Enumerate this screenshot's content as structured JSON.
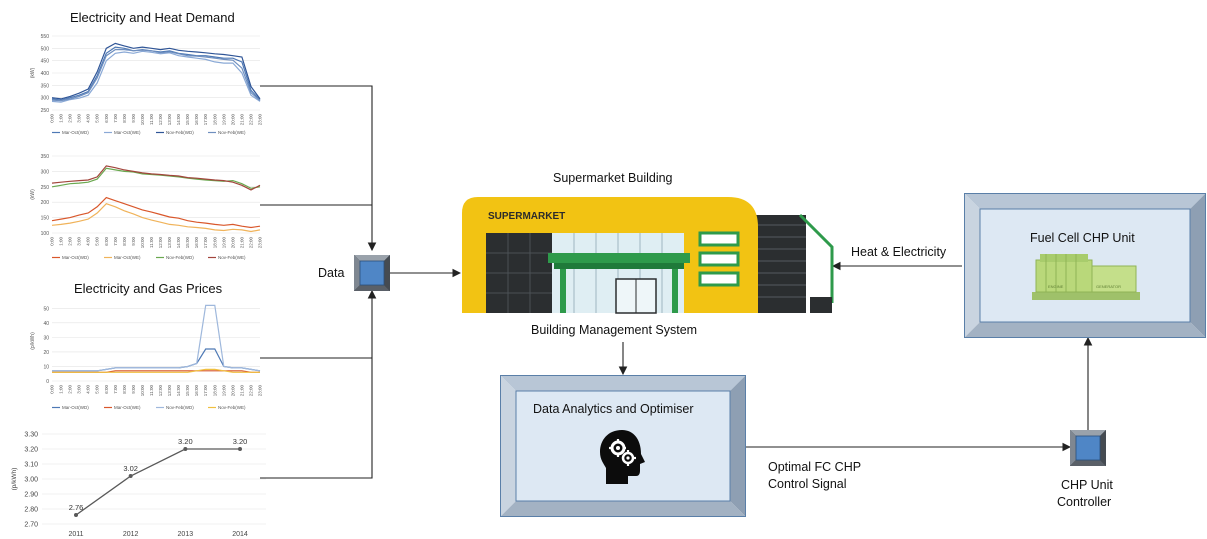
{
  "titles": {
    "demand": "Electricity and Heat Demand",
    "prices": "Electricity and Gas Prices"
  },
  "nodes": {
    "data": "Data",
    "supermarket": "Supermarket Building",
    "supermarket_sign": "SUPERMARKET",
    "bms": "Building Management System",
    "analytics": "Data Analytics and Optimiser",
    "fuel_cell": "Fuel Cell CHP Unit",
    "fuel_cell_engine": "ENGINE",
    "fuel_cell_generator": "GENERATOR",
    "heat_elec": "Heat & Electricity",
    "signal_line1": "Optimal FC CHP",
    "signal_line2": "Control Signal",
    "controller_line1": "CHP Unit",
    "controller_line2": "Controller"
  },
  "colors": {
    "box_fill": "#dde8f3",
    "box_border": "#5a7fa8",
    "data_square": "#4f86c6",
    "building_yellow": "#f2c313",
    "building_green": "#2e9a4b",
    "engine_green": "#b9d87a"
  },
  "chart_data": [
    {
      "type": "line",
      "title": "Electricity and Heat Demand",
      "ylabel": "(kW)",
      "ylim": [
        250,
        550
      ],
      "yticks": [
        "550",
        "500",
        "450",
        "400",
        "350",
        "300",
        "250"
      ],
      "xticks": [
        "0:00",
        "1:00",
        "2:00",
        "3:00",
        "4:00",
        "5:00",
        "6:00",
        "7:00",
        "8:00",
        "9:00",
        "10:00",
        "11:00",
        "12:00",
        "13:00",
        "14:00",
        "15:00",
        "16:00",
        "17:00",
        "18:00",
        "19:00",
        "20:00",
        "21:00",
        "22:00",
        "23:00"
      ],
      "series": [
        {
          "name": "Mar-Oct(WD)",
          "color": "#4e79b5",
          "values": [
            295,
            290,
            300,
            310,
            325,
            390,
            480,
            505,
            500,
            490,
            495,
            490,
            485,
            490,
            480,
            475,
            470,
            470,
            465,
            460,
            460,
            445,
            330,
            290
          ]
        },
        {
          "name": "Mar-Oct(WE)",
          "color": "#8aa9d6",
          "values": [
            285,
            282,
            292,
            298,
            310,
            360,
            450,
            480,
            485,
            480,
            488,
            484,
            478,
            482,
            470,
            465,
            460,
            455,
            445,
            440,
            440,
            400,
            310,
            285
          ]
        },
        {
          "name": "Nov-Feb(WD)",
          "color": "#2f5597",
          "values": [
            300,
            295,
            305,
            318,
            335,
            405,
            500,
            520,
            510,
            500,
            505,
            500,
            495,
            500,
            492,
            488,
            485,
            482,
            478,
            475,
            470,
            465,
            345,
            295
          ]
        },
        {
          "name": "Nov-Feb(WE)",
          "color": "#6f8fbf",
          "values": [
            290,
            288,
            295,
            305,
            320,
            380,
            470,
            495,
            495,
            490,
            493,
            490,
            482,
            486,
            478,
            470,
            468,
            465,
            460,
            455,
            452,
            420,
            320,
            288
          ]
        }
      ]
    },
    {
      "type": "line",
      "ylabel": "(kW)",
      "ylim": [
        100,
        350
      ],
      "yticks": [
        "350",
        "300",
        "250",
        "200",
        "150",
        "100"
      ],
      "xticks": [
        "0:00",
        "1:00",
        "2:00",
        "3:00",
        "4:00",
        "5:00",
        "6:00",
        "7:00",
        "8:00",
        "9:00",
        "10:00",
        "11:00",
        "12:00",
        "13:00",
        "14:00",
        "15:00",
        "16:00",
        "17:00",
        "18:00",
        "19:00",
        "20:00",
        "21:00",
        "22:00",
        "23:00"
      ],
      "series": [
        {
          "name": "Mar-Oct(WD)",
          "color": "#d9572b",
          "values": [
            140,
            145,
            150,
            158,
            165,
            185,
            215,
            205,
            195,
            185,
            175,
            168,
            160,
            152,
            148,
            140,
            135,
            132,
            128,
            125,
            128,
            122,
            118,
            122
          ]
        },
        {
          "name": "Mar-Oct(WE)",
          "color": "#f0b35a",
          "values": [
            125,
            128,
            132,
            138,
            145,
            165,
            195,
            185,
            172,
            162,
            150,
            142,
            135,
            128,
            125,
            120,
            118,
            115,
            110,
            108,
            112,
            110,
            105,
            110
          ]
        },
        {
          "name": "Nov-Feb(WD)",
          "color": "#6aa84f",
          "values": [
            250,
            255,
            260,
            262,
            265,
            275,
            310,
            305,
            300,
            298,
            292,
            290,
            288,
            285,
            282,
            278,
            275,
            272,
            270,
            268,
            270,
            260,
            245,
            250
          ]
        },
        {
          "name": "Nov-Feb(WE)",
          "color": "#a2453c",
          "values": [
            262,
            265,
            268,
            270,
            272,
            282,
            318,
            312,
            305,
            300,
            295,
            292,
            290,
            287,
            285,
            280,
            278,
            275,
            272,
            270,
            265,
            255,
            240,
            255
          ]
        }
      ]
    },
    {
      "type": "line",
      "title": "Electricity and Gas Prices",
      "ylabel": "(p/kWh)",
      "ylim": [
        0,
        55
      ],
      "yticks": [
        "50",
        "40",
        "30",
        "20",
        "10",
        "0"
      ],
      "xticks": [
        "0:00",
        "1:00",
        "2:00",
        "3:00",
        "4:00",
        "5:00",
        "6:00",
        "7:00",
        "8:00",
        "9:00",
        "10:00",
        "11:00",
        "12:00",
        "13:00",
        "14:00",
        "15:00",
        "16:00",
        "17:00",
        "18:00",
        "19:00",
        "20:00",
        "21:00",
        "22:00",
        "23:00"
      ],
      "series": [
        {
          "name": "Mar-Oct(WD)",
          "color": "#4e79b5",
          "values": [
            7,
            7,
            7,
            7,
            7,
            7,
            8,
            9,
            9,
            9,
            9,
            9,
            9,
            9,
            9,
            10,
            12,
            22,
            22,
            10,
            9,
            9,
            8,
            7
          ]
        },
        {
          "name": "Mar-Oct(WE)",
          "color": "#d9572b",
          "values": [
            6,
            6,
            6,
            6,
            6,
            6,
            6,
            7,
            7,
            7,
            7,
            7,
            7,
            7,
            7,
            7,
            7,
            7,
            7,
            7,
            7,
            7,
            6,
            6
          ]
        },
        {
          "name": "Nov-Feb(WD)",
          "color": "#9fb8dc",
          "values": [
            7,
            7,
            7,
            7,
            7,
            7,
            8,
            9,
            9,
            9,
            9,
            9,
            9,
            9,
            9,
            10,
            12,
            52,
            52,
            10,
            9,
            9,
            8,
            7
          ]
        },
        {
          "name": "Nov-Feb(WE)",
          "color": "#f0c040",
          "values": [
            6,
            6,
            6,
            6,
            6,
            6,
            6,
            6,
            6,
            6,
            6,
            6,
            6,
            6,
            6,
            6,
            7,
            8,
            8,
            7,
            6,
            6,
            6,
            6
          ]
        }
      ]
    },
    {
      "type": "line",
      "ylabel": "(p/kWh)",
      "ylim": [
        2.7,
        3.3
      ],
      "yticks": [
        "3.30",
        "3.20",
        "3.10",
        "3.00",
        "2.90",
        "2.80",
        "2.70"
      ],
      "categories": [
        "2011",
        "2012",
        "2013",
        "2014"
      ],
      "series": [
        {
          "color": "#595959",
          "values": [
            2.76,
            3.02,
            3.2,
            3.2
          ],
          "labels": [
            "2.76",
            "3.02",
            "3.20",
            "3.20"
          ]
        }
      ]
    }
  ]
}
